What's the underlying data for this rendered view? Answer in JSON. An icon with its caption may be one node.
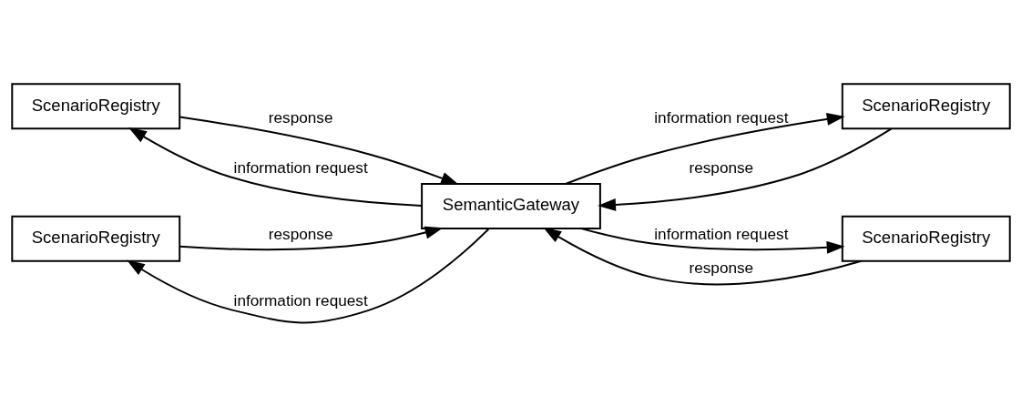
{
  "diagram": {
    "nodes": [
      {
        "text": [
          "ScenarioRegistry"
        ]
      },
      {
        "text": [
          "ScenarioRegistry"
        ]
      },
      {
        "text": [
          "SemanticGateway"
        ]
      },
      {
        "text": [
          "ScenarioRegistry"
        ]
      },
      {
        "text": [
          "ScenarioRegistry"
        ]
      }
    ],
    "edges": [
      {
        "from": 2,
        "to": 0,
        "arrow": "to",
        "label": "information request"
      },
      {
        "from": 0,
        "to": 2,
        "arrow": "to",
        "label": "response"
      },
      {
        "from": 2,
        "to": 1,
        "arrow": "to",
        "label": "information request"
      },
      {
        "from": 1,
        "to": 2,
        "arrow": "to",
        "label": "response"
      },
      {
        "from": 2,
        "to": 3,
        "arrow": "to",
        "label": "information request"
      },
      {
        "from": 3,
        "to": 2,
        "arrow": "to",
        "label": "response"
      },
      {
        "from": 2,
        "to": 4,
        "arrow": "to",
        "label": "information request"
      },
      {
        "from": 4,
        "to": 2,
        "arrow": "to",
        "label": "response"
      }
    ]
  }
}
